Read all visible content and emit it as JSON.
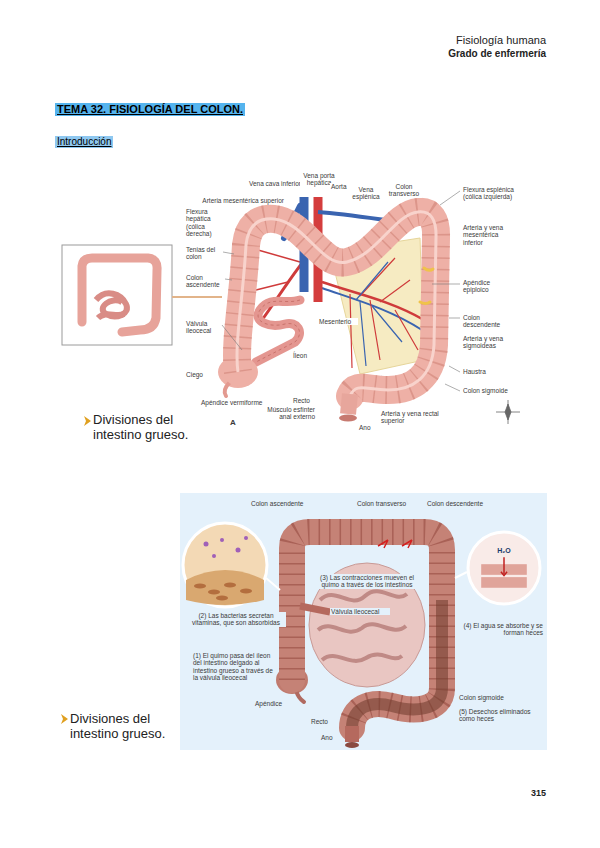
{
  "diagram": {
    "title": "TEMA 32. FISIOLOGÍA DEL COLON.",
    "nodes": [
      {
        "text": [
          "H₂O"
        ]
      }
    ],
    "labels": [
      "Fisiología humana",
      "Grado de enfermería",
      "Introducción",
      "Vena cava inferior",
      "Vena porta hepática",
      "Aorta",
      "Vena esplénica",
      "Colon transverso",
      "Flexura esplénica (cólica izquierda)",
      "Arteria mesentérica superior",
      "Flexura hepática (cólica derecha)",
      "Tenias del colon",
      "Colon ascendente",
      "Arteria y vena mesentérica inferior",
      "Apéndice epiploico",
      "Válvula ileocecal",
      "Íleon",
      "Mesenterio",
      "Colon descendente",
      "Arteria y vena sigmoideas",
      "Haustra",
      "Ciego",
      "Colon sigmoide",
      "Apéndice vermiforme",
      "Recto",
      "Arteria y vena rectal superior",
      "Músculo esfínter anal externo",
      "Ano",
      "A",
      "Divisiones del intestino grueso.",
      "Colon ascendente",
      "Colon transverso",
      "Colon descendente",
      "(3) Las contracciones mueven el quimo a través de los intestinos",
      "(2) Las bacterias secretan vitaminas, que son absorbidas",
      "Válvula ileocecal",
      "(4) El agua se absorbe y se forman heces",
      "(1) El quimo pasa del íleon del intestino delgado al intestino grueso a través de la válvula ileocecal",
      "Apéndice",
      "Colon sigmoide",
      "Recto",
      "(5) Desechos eliminados como heces",
      "Ano",
      "Divisiones del intestino grueso.",
      "315"
    ]
  }
}
